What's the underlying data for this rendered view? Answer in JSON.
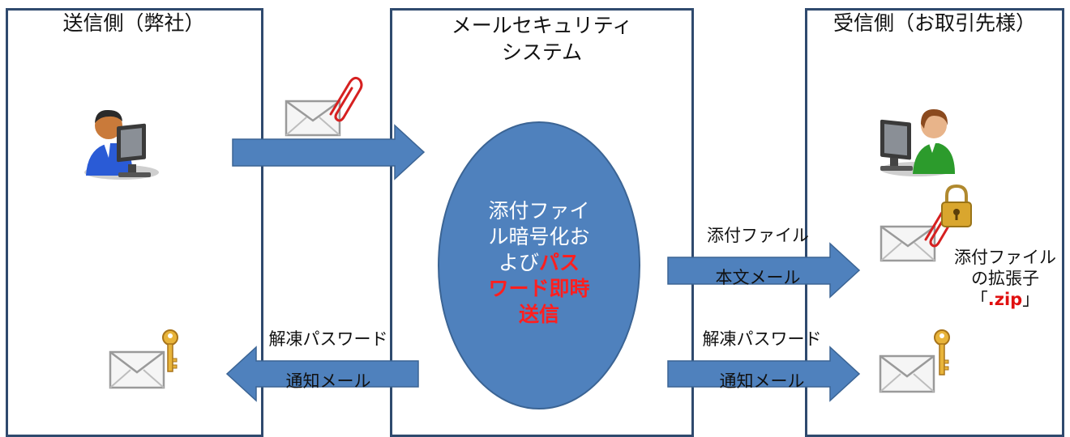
{
  "panels": {
    "sender_title": "送信側（弊社）",
    "system_title_line1": "メールセキュリティ",
    "system_title_line2": "システム",
    "receiver_title": "受信側（お取引先様）"
  },
  "center": {
    "line1": "添付ファイ",
    "line2": "ル暗号化お",
    "line3_prefix": "よび",
    "line3_highlight": "パス",
    "line4": "ワード即時",
    "line5": "送信"
  },
  "labels": {
    "attach_body_line1": "添付ファイル",
    "attach_body_line2": "本文メール",
    "unzip_pw_left_line1": "解凍パスワード",
    "unzip_pw_left_line2": "通知メール",
    "unzip_pw_right_line1": "解凍パスワード",
    "unzip_pw_right_line2": "通知メール",
    "ext_line1": "添付ファイル",
    "ext_line2": "の拡張子",
    "ext_open": "「",
    "ext_value": ".zip",
    "ext_close": "」"
  },
  "colors": {
    "panel_border": "#2f4a6e",
    "arrow_fill": "#4f81bd",
    "arrow_stroke": "#3b6494",
    "ellipse_fill": "#4f81bd",
    "highlight": "#ff1f1f"
  },
  "icons": [
    "user-computer-icon",
    "envelope-clip-icon",
    "envelope-key-icon",
    "envelope-lock-icon"
  ]
}
